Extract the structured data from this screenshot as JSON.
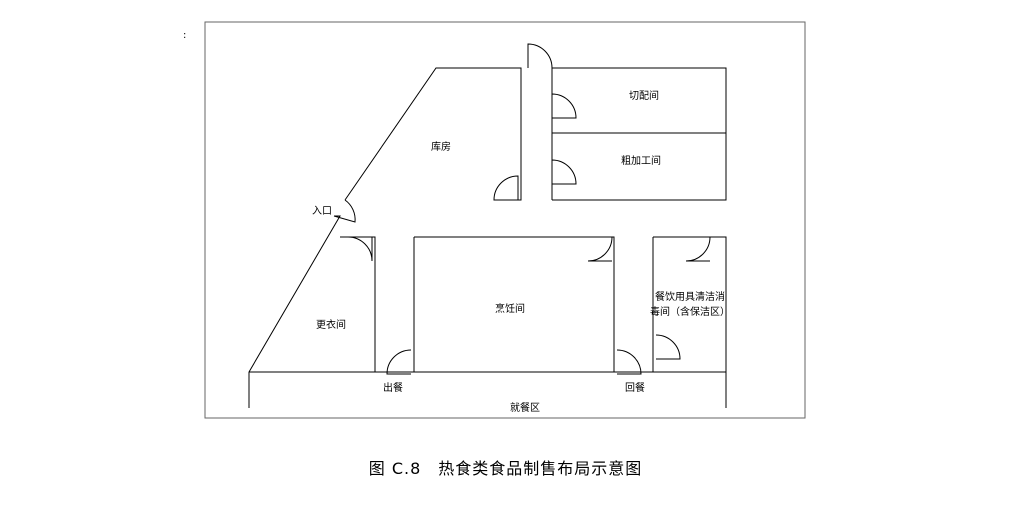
{
  "stray_mark": ":",
  "rooms": {
    "cut_prep": "切配间",
    "storage": "库房",
    "rough_processing": "粗加工间",
    "entrance": "入口",
    "changing": "更衣间",
    "cooking": "烹饪间",
    "tableware_disinfection_line1": "餐饮用具清洁消",
    "tableware_disinfection_line2": "毒间（含保洁区）",
    "food_out": "出餐",
    "return": "回餐",
    "dining_area": "就餐区"
  },
  "caption": "图 C.8　热食类食品制售布局示意图"
}
